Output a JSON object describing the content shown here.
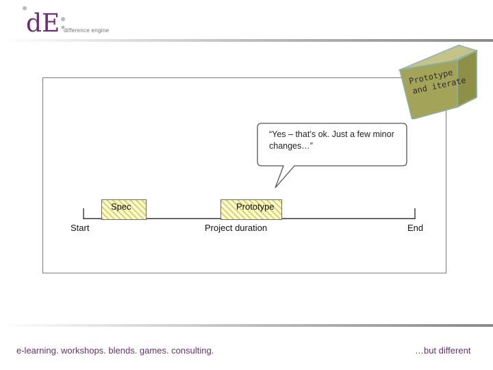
{
  "header": {
    "logo_text": "difference engine",
    "logo_mark": "dE"
  },
  "cube": {
    "line1": "Prototype",
    "line2": "and iterate"
  },
  "bubble": {
    "text": "“Yes – that’s ok. Just a few minor changes…”"
  },
  "timeline": {
    "bars": [
      {
        "label": "Spec"
      },
      {
        "label": "Prototype"
      }
    ],
    "start_label": "Start",
    "duration_label": "Project duration",
    "end_label": "End"
  },
  "footer": {
    "left_text": "e-learning. workshops. blends. games. consulting.",
    "right_text": "…but different"
  },
  "colors": {
    "brand_purple": "#6b2c74",
    "cube_olive": "#a3a45a",
    "cube_edge": "#8fae9a",
    "hatch": "#d8d270"
  }
}
